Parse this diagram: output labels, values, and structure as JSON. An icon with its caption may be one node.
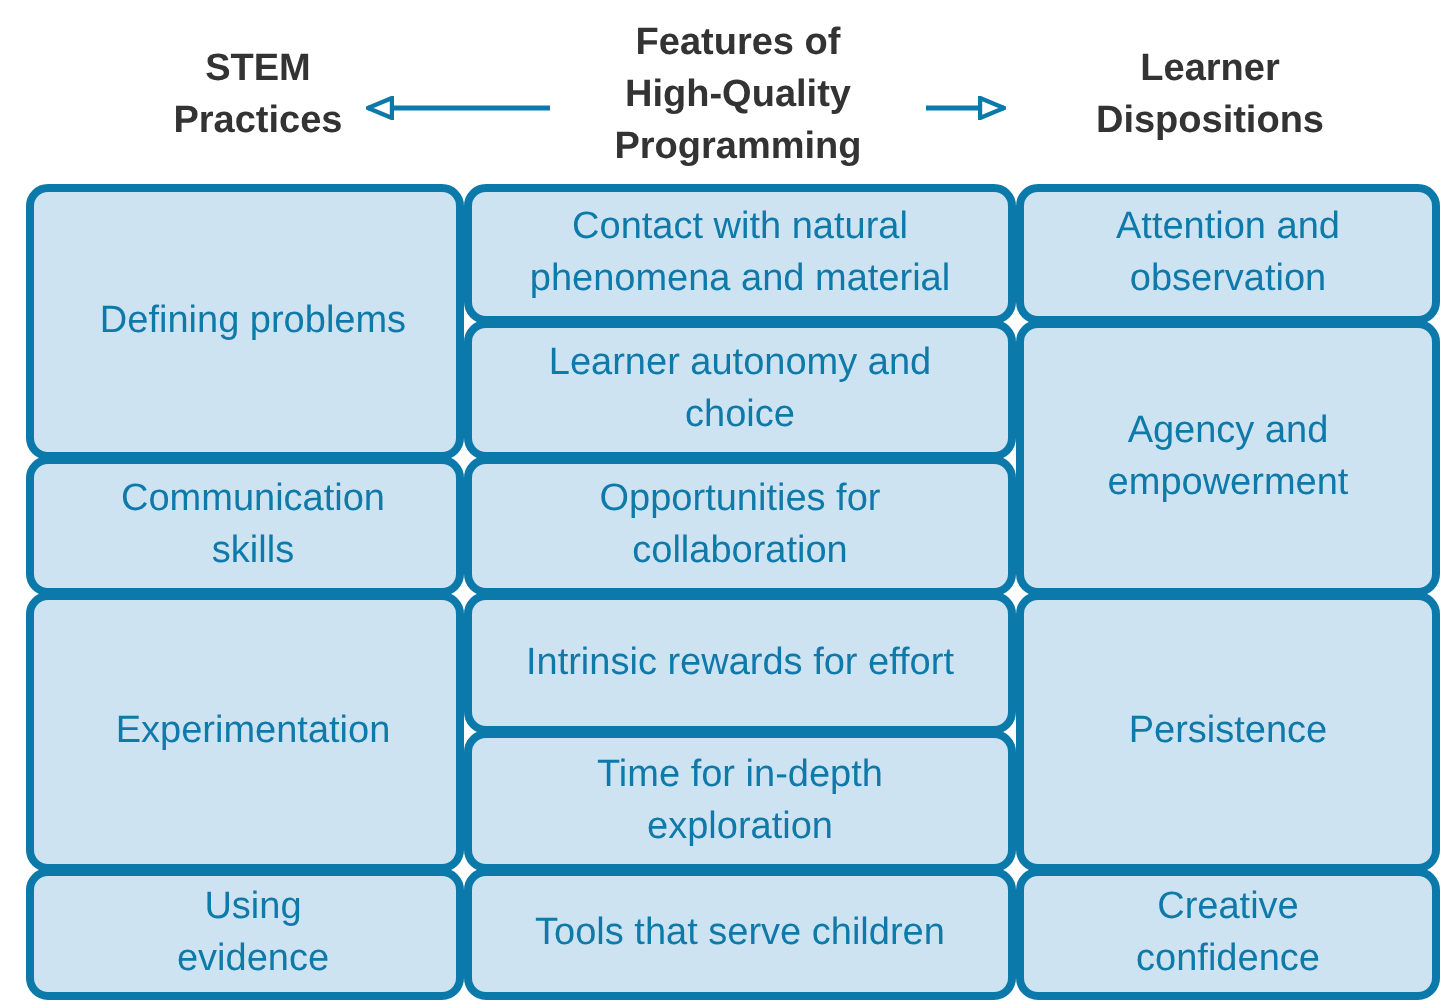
{
  "diagram": {
    "nodes": [
      {
        "text": [
          "STEM Practices"
        ]
      },
      {
        "text": [
          "Features of High-Quality Programming"
        ]
      },
      {
        "text": [
          "Learner Dispositions"
        ]
      },
      {
        "text": [
          "Defining problems"
        ]
      },
      {
        "text": [
          "Contact with natural phenomena and material"
        ]
      },
      {
        "text": [
          "Attention and observation"
        ]
      },
      {
        "text": [
          "Learner autonomy and choice"
        ]
      },
      {
        "text": [
          "Agency and empowerment"
        ]
      },
      {
        "text": [
          "Communication skills"
        ]
      },
      {
        "text": [
          "Opportunities for collaboration"
        ]
      },
      {
        "text": [
          "Experimentation"
        ]
      },
      {
        "text": [
          "Intrinsic rewards for effort"
        ]
      },
      {
        "text": [
          "Persistence"
        ]
      },
      {
        "text": [
          "Time for in-depth exploration"
        ]
      },
      {
        "text": [
          "Using evidence"
        ]
      },
      {
        "text": [
          "Tools that serve children"
        ]
      },
      {
        "text": [
          "Creative confidence"
        ]
      }
    ],
    "edges": [
      {
        "from": 1,
        "to": 0,
        "arrow": "to"
      },
      {
        "from": 1,
        "to": 2,
        "arrow": "to"
      }
    ]
  }
}
